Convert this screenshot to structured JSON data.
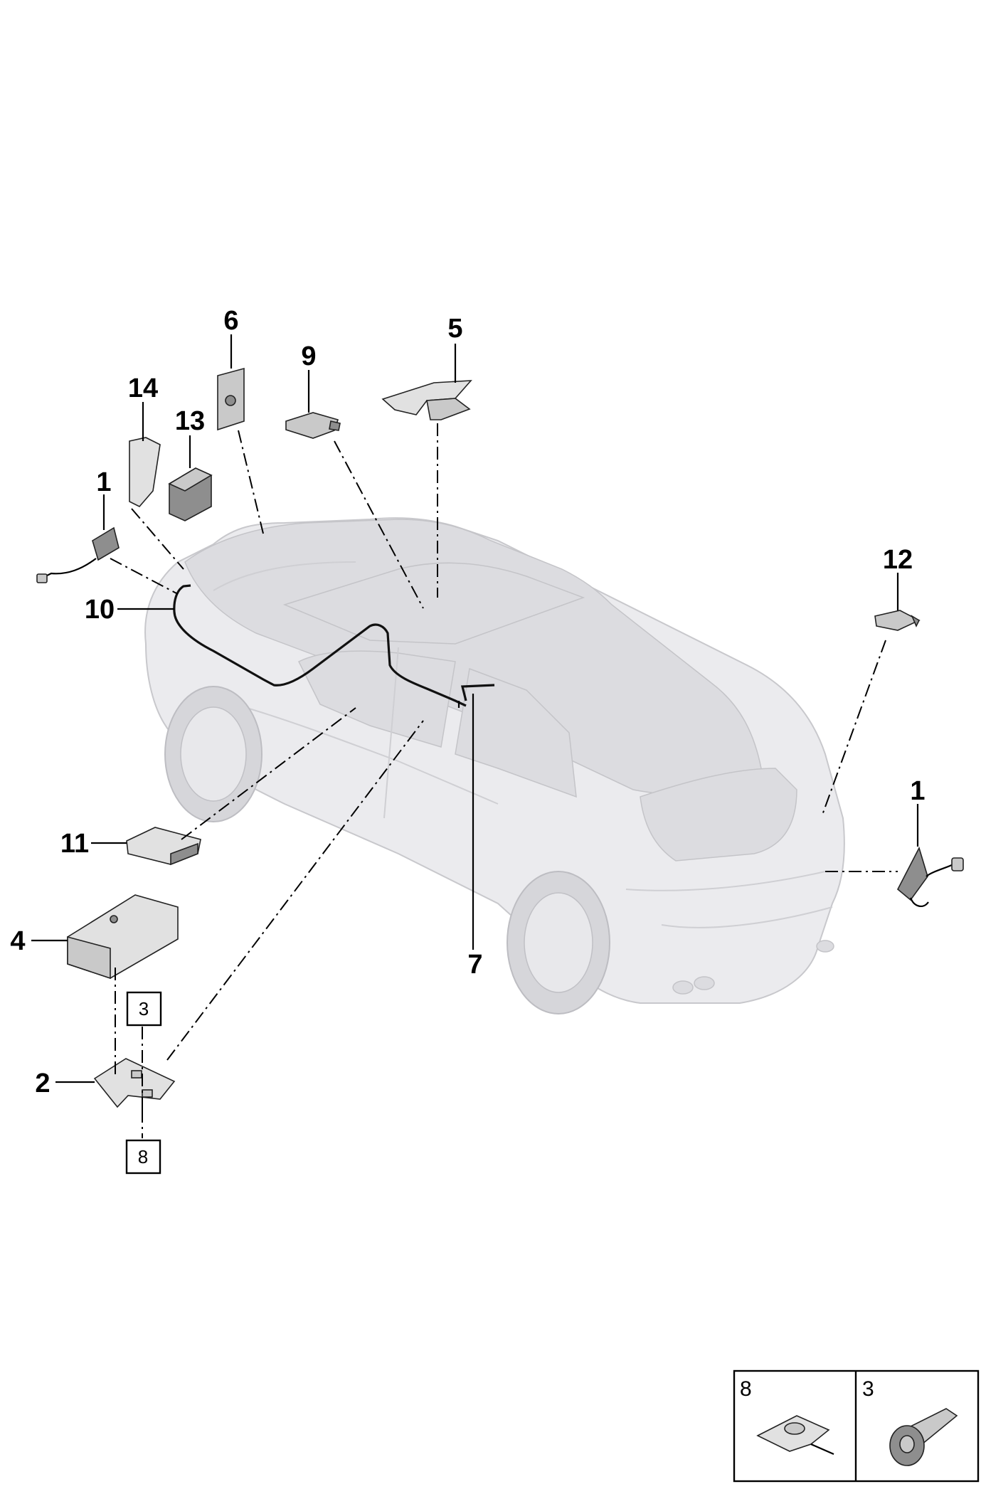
{
  "callouts": {
    "c1a": "1",
    "c1b": "1",
    "c2": "2",
    "c4": "4",
    "c5": "5",
    "c6": "6",
    "c7": "7",
    "c9": "9",
    "c10": "10",
    "c11": "11",
    "c12": "12",
    "c13": "13",
    "c14": "14"
  },
  "ref_boxes": {
    "r3": "3",
    "r8": "8"
  },
  "legend": {
    "cell_left": "8",
    "cell_right": "3"
  }
}
